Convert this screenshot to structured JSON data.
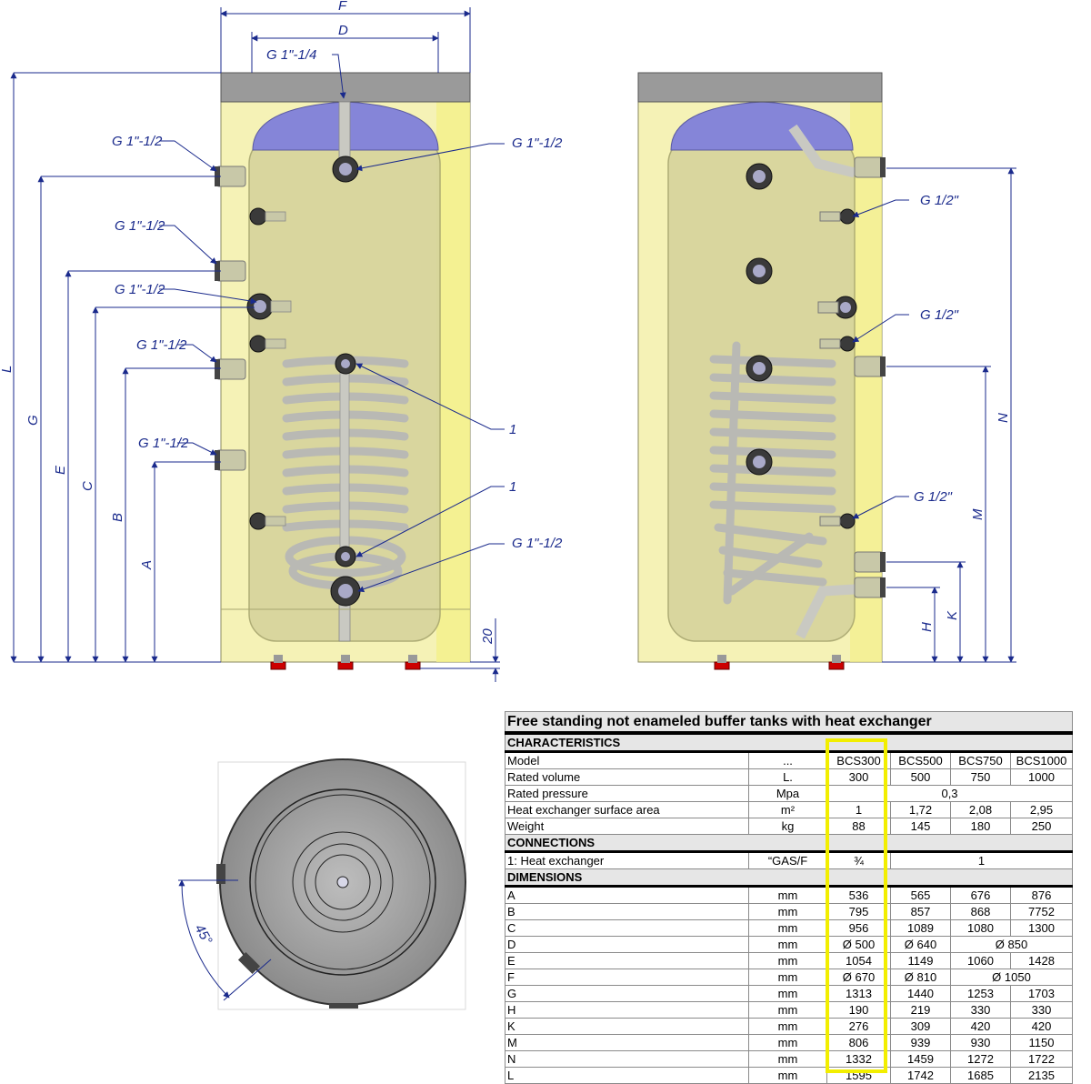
{
  "labels": {
    "dim_f": "F",
    "dim_d": "D",
    "dim_l": "L",
    "dim_g": "G",
    "dim_e": "E",
    "dim_c": "C",
    "dim_b": "B",
    "dim_a": "A",
    "dim_20": "20",
    "dim_n": "N",
    "dim_m": "M",
    "dim_k": "K",
    "dim_h": "H",
    "top_fitting": "G 1\"-1/4",
    "left_1": "G 1\"-1/2",
    "left_2": "G 1\"-1/2",
    "left_3": "G 1\"-1/2",
    "left_4": "G 1\"-1/2",
    "left_5": "G 1\"-1/2",
    "right_top": "G 1\"-1/2",
    "right_bottom": "G 1\"-1/2",
    "hx_1a": "1",
    "hx_1b": "1",
    "side_1": "G 1/2\"",
    "side_2": "G 1/2\"",
    "side_3": "G 1/2\"",
    "angle": "45°"
  },
  "colors": {
    "tank_yellow": "#f5f2b6",
    "inner_olive": "#d6d49c",
    "dome_blue": "#8585d8",
    "cap_grey": "#9a9a9a",
    "coil_grey": "#bdbdb8",
    "dim_blue": "#1a2a8c",
    "highlight": "#f2ee00"
  },
  "table": {
    "title": "Free standing not enameled buffer tanks with heat exchanger",
    "sec_characteristics": "CHARACTERISTICS",
    "sec_connections": "CONNECTIONS",
    "sec_dimensions": "DIMENSIONS",
    "model": {
      "label": "Model",
      "unit": "...",
      "v1": "BCS300",
      "v2": "BCS500",
      "v3": "BCS750",
      "v4": "BCS1000"
    },
    "volume": {
      "label": "Rated volume",
      "unit": "L.",
      "v1": "300",
      "v2": "500",
      "v3": "750",
      "v4": "1000"
    },
    "pressure": {
      "label": "Rated pressure",
      "unit": "Mpa",
      "v": "0,3"
    },
    "hx_area": {
      "label": "Heat exchanger surface area",
      "unit": "m²",
      "v1": "1",
      "v2": "1,72",
      "v3": "2,08",
      "v4": "2,95"
    },
    "weight": {
      "label": "Weight",
      "unit": "kg",
      "v1": "88",
      "v2": "145",
      "v3": "180",
      "v4": "250"
    },
    "hx_conn": {
      "label": "1: Heat exchanger",
      "unit": "“GAS/F",
      "v1": "¾",
      "v_rest": "1"
    },
    "A": {
      "label": "A",
      "unit": "mm",
      "v1": "536",
      "v2": "565",
      "v3": "676",
      "v4": "876"
    },
    "B": {
      "label": "B",
      "unit": "mm",
      "v1": "795",
      "v2": "857",
      "v3": "868",
      "v4": "7752"
    },
    "C": {
      "label": "C",
      "unit": "mm",
      "v1": "956",
      "v2": "1089",
      "v3": "1080",
      "v4": "1300"
    },
    "D": {
      "label": "D",
      "unit": "mm",
      "v1": "Ø 500",
      "v2": "Ø 640",
      "v34": "Ø 850"
    },
    "E": {
      "label": "E",
      "unit": "mm",
      "v1": "1054",
      "v2": "1149",
      "v3": "1060",
      "v4": "1428"
    },
    "F": {
      "label": "F",
      "unit": "mm",
      "v1": "Ø 670",
      "v2": "Ø 810",
      "v34": "Ø 1050"
    },
    "G": {
      "label": "G",
      "unit": "mm",
      "v1": "1313",
      "v2": "1440",
      "v3": "1253",
      "v4": "1703"
    },
    "H": {
      "label": "H",
      "unit": "mm",
      "v1": "190",
      "v2": "219",
      "v3": "330",
      "v4": "330"
    },
    "K": {
      "label": "K",
      "unit": "mm",
      "v1": "276",
      "v2": "309",
      "v3": "420",
      "v4": "420"
    },
    "M": {
      "label": "M",
      "unit": "mm",
      "v1": "806",
      "v2": "939",
      "v3": "930",
      "v4": "1150"
    },
    "N": {
      "label": "N",
      "unit": "mm",
      "v1": "1332",
      "v2": "1459",
      "v3": "1272",
      "v4": "1722"
    },
    "L": {
      "label": "L",
      "unit": "mm",
      "v1": "1595",
      "v2": "1742",
      "v3": "1685",
      "v4": "2135"
    }
  }
}
